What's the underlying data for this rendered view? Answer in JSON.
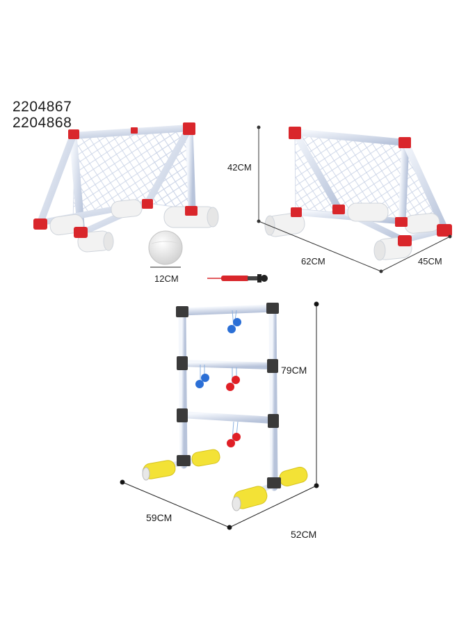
{
  "product_codes": [
    "2204867",
    "2204868"
  ],
  "dimensions": {
    "goal_height": "42CM",
    "ball_diameter": "12CM",
    "goal_width": "62CM",
    "goal_depth": "45CM",
    "ladder_height": "79CM",
    "ladder_width": "59CM",
    "ladder_depth": "52CM"
  },
  "colors": {
    "tube": "#dfe6f3",
    "tube_shade": "#aebad2",
    "joint": "#d9262b",
    "foam": "#f2f2f2",
    "ladder_joint": "#3a3a3a",
    "ladder_foam": "#f3e236",
    "bola_blue": "#2b6fd6",
    "bola_red": "#e01f26"
  }
}
